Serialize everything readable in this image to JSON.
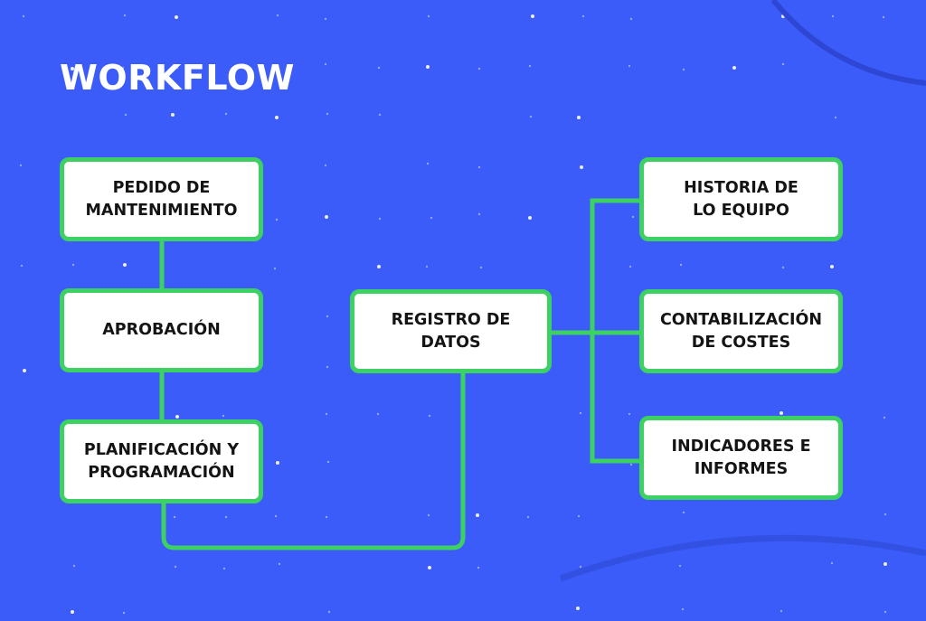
{
  "title": "WORKFLOW",
  "colors": {
    "background": "#3b5cf8",
    "node_fill": "#ffffff",
    "node_border": "#3dd062",
    "connector": "#3dd062",
    "text": "#141414",
    "title_text": "#ffffff"
  },
  "nodes": {
    "pedido": {
      "label": "PEDIDO DE\nMANTENIMIENTO"
    },
    "aprobacion": {
      "label": "APROBACIÓN"
    },
    "planificacion": {
      "label": "PLANIFICACIÓN Y\nPROGRAMACIÓN"
    },
    "registro": {
      "label": "REGISTRO DE\nDATOS"
    },
    "historia": {
      "label": "HISTORIA DE\nLO EQUIPO"
    },
    "contabilizacion": {
      "label": "CONTABILIZACIÓN\nDE COSTES"
    },
    "indicadores": {
      "label": "INDICADORES E\nINFORMES"
    }
  },
  "edges": [
    {
      "from": "pedido",
      "to": "aprobacion"
    },
    {
      "from": "aprobacion",
      "to": "planificacion"
    },
    {
      "from": "planificacion",
      "to": "registro"
    },
    {
      "from": "registro",
      "to": "historia"
    },
    {
      "from": "registro",
      "to": "contabilizacion"
    },
    {
      "from": "registro",
      "to": "indicadores"
    }
  ]
}
